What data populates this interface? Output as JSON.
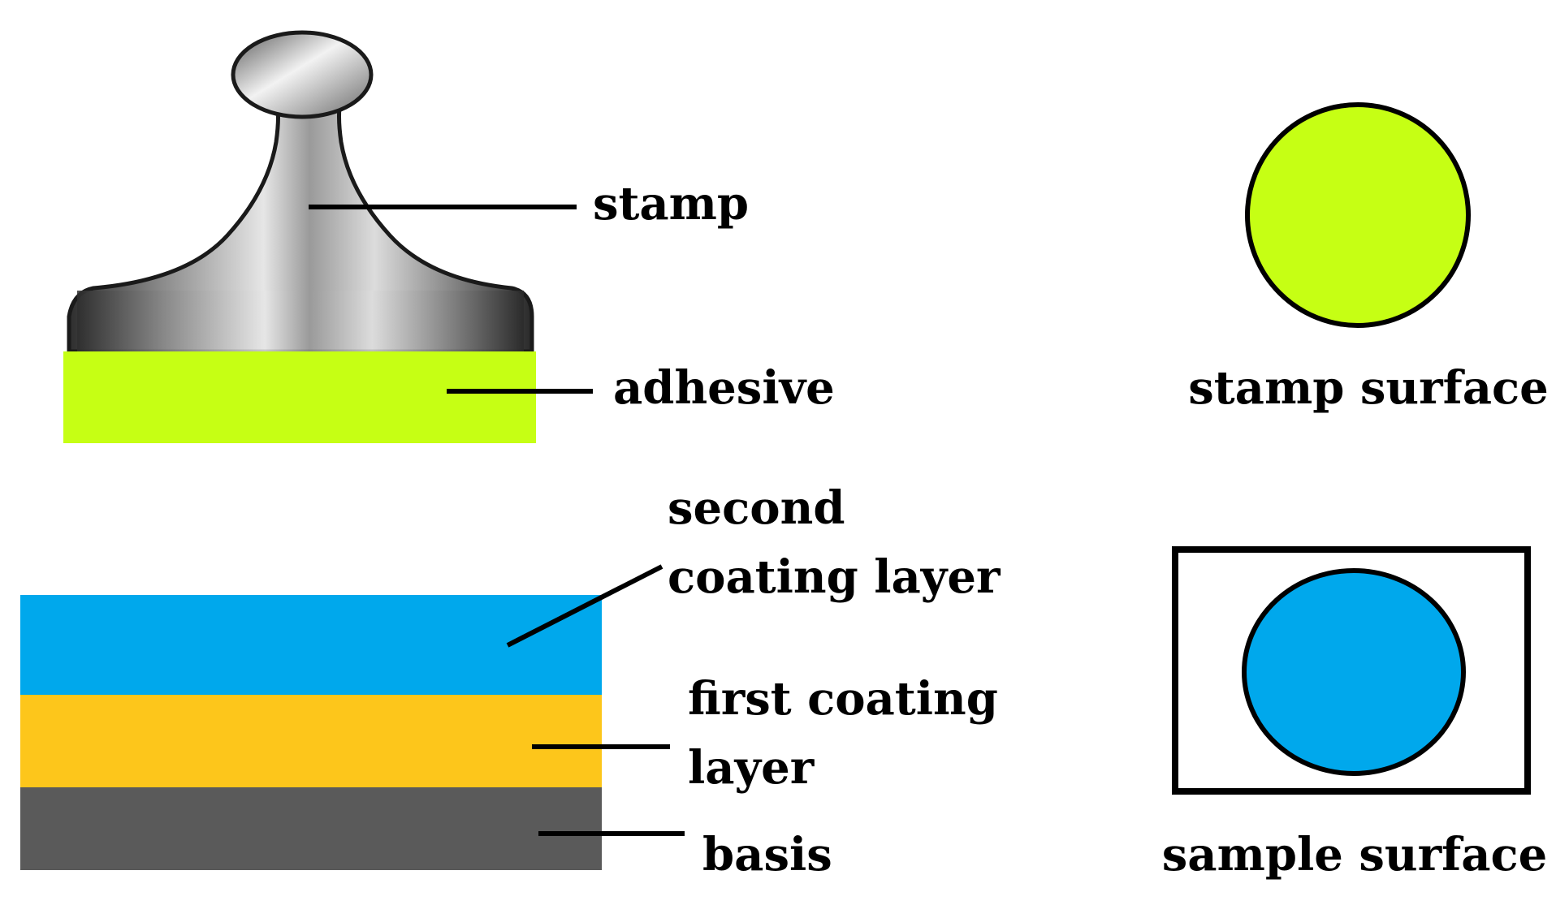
{
  "labels": {
    "stamp": "stamp",
    "adhesive": "adhesive",
    "second_coating_line1": "second",
    "second_coating_line2": "coating layer",
    "first_coating_line1": "first coating",
    "first_coating_line2": "layer",
    "basis": "basis",
    "stamp_surface": "stamp surface",
    "sample_surface": "sample surface"
  },
  "colors": {
    "adhesive": "#c6ff14",
    "second_coating_layer": "#00a8ec",
    "first_coating_layer": "#fdc61b",
    "basis": "#5a5a5a",
    "stamp_body_dark": "#3a3a3a",
    "stamp_body_light": "#e8e8e8",
    "outline": "#000000"
  }
}
